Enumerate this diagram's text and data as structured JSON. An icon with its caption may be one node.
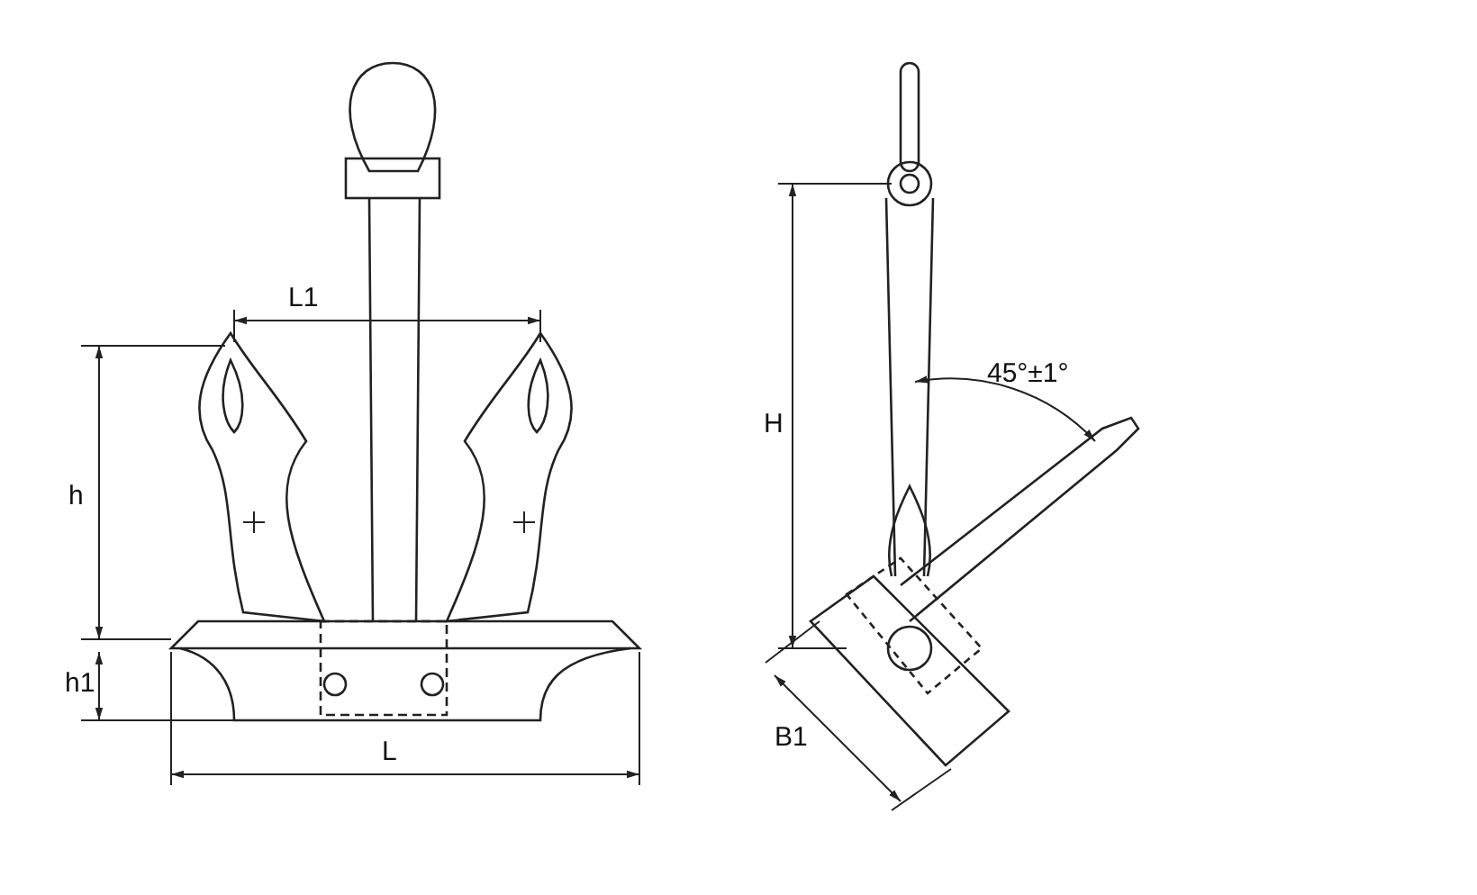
{
  "diagram": {
    "labels": [
      "L1",
      "45°±1°",
      "H",
      "h",
      "h1",
      "B1",
      "L"
    ]
  }
}
